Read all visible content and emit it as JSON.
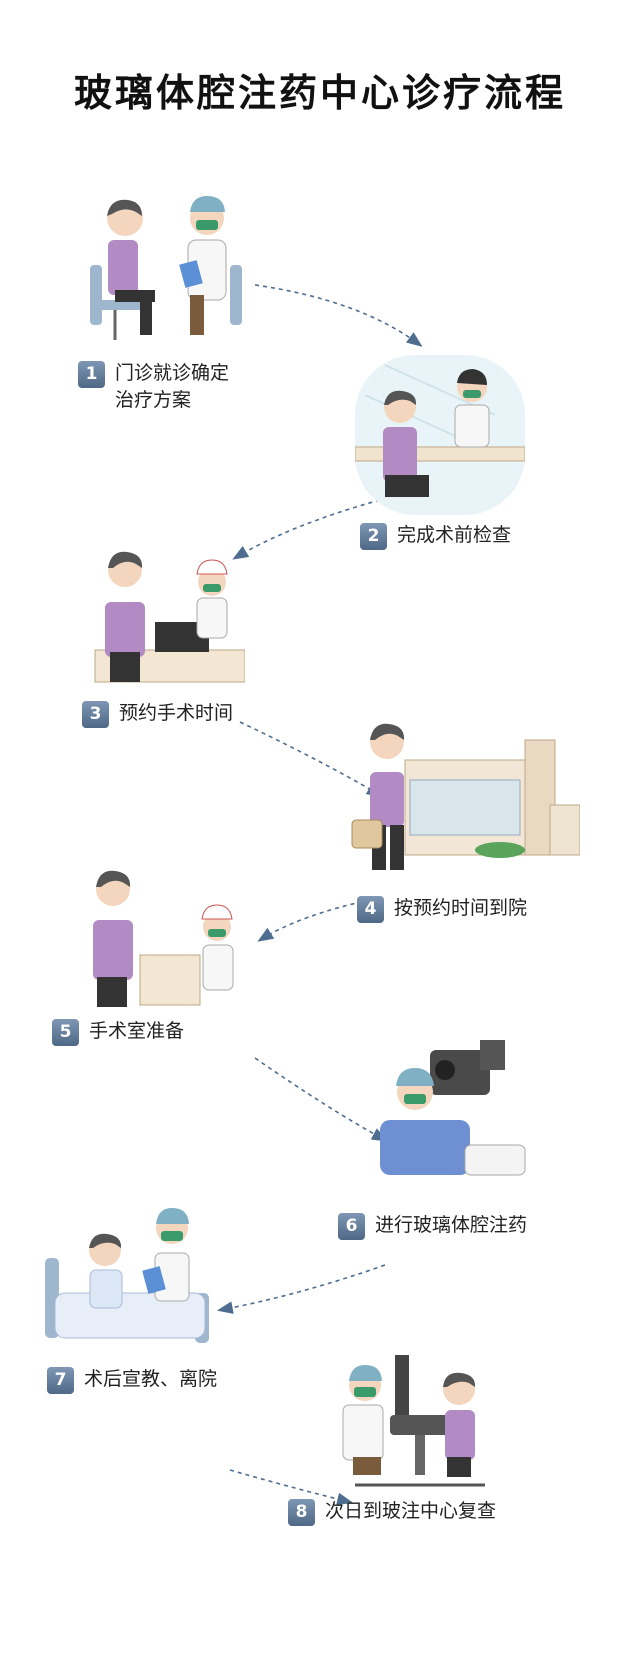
{
  "title": "玻璃体腔注药中心诊疗流程",
  "steps": [
    {
      "number": "1",
      "text": "门诊就诊确定\n治疗方案"
    },
    {
      "number": "2",
      "text": "完成术前检查"
    },
    {
      "number": "3",
      "text": "预约手术时间"
    },
    {
      "number": "4",
      "text": "按预约时间到院"
    },
    {
      "number": "5",
      "text": "手术室准备"
    },
    {
      "number": "6",
      "text": "进行玻璃体腔注药"
    },
    {
      "number": "7",
      "text": "术后宣教、离院"
    },
    {
      "number": "8",
      "text": "次日到玻注中心复查"
    }
  ],
  "colors": {
    "badge": "#5b7594",
    "arrow": "#4f6d8f",
    "patient_shirt": "#b28bc4",
    "doctor_cap": "#7fb0c4",
    "mask": "#3a9a6a"
  }
}
